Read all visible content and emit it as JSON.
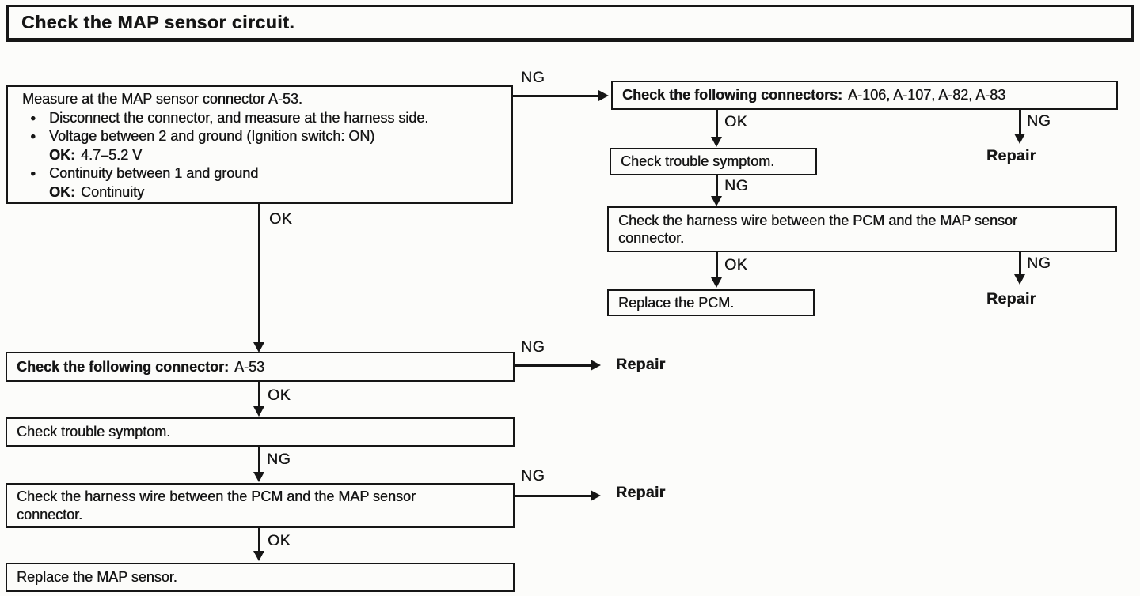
{
  "colors": {
    "ink": "#161616",
    "paper": "#fcfcfa"
  },
  "title": "Check the MAP sensor circuit.",
  "labels": {
    "ok": "OK",
    "ng": "NG",
    "repair": "Repair",
    "ok_prefix": "OK:"
  },
  "icons": {
    "bullet": "●"
  },
  "nodes": {
    "measure": {
      "intro": "Measure at the MAP sensor connector A-53.",
      "bullet1": "Disconnect the connector, and measure at the harness side.",
      "bullet2": "Voltage between 2 and ground (Ignition switch: ON)",
      "bullet2_ok": "4.7–5.2 V",
      "bullet3": "Continuity between 1 and ground",
      "bullet3_ok": "Continuity"
    },
    "check_connectors": {
      "label": "Check the following connectors:",
      "value": "A-106, A-107, A-82, A-83"
    },
    "trouble_right": "Check trouble symptom.",
    "harness_right": "Check the harness wire between the PCM and the MAP sensor connector.",
    "replace_pcm": "Replace the PCM.",
    "check_connector": {
      "label": "Check the following connector:",
      "value": "A-53"
    },
    "trouble_left": "Check trouble symptom.",
    "harness_left": "Check the harness wire between the PCM and the MAP sensor connector.",
    "replace_map": "Replace the MAP sensor."
  }
}
